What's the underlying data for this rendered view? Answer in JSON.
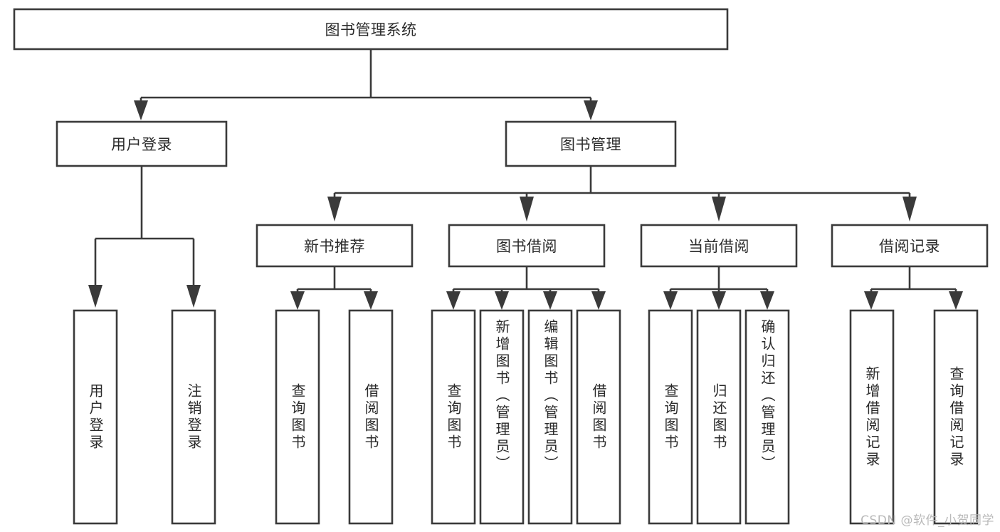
{
  "diagram": {
    "title": "图书管理系统",
    "type": "tree-hierarchy-chart",
    "root": {
      "label": "图书管理系统"
    },
    "level1": [
      {
        "label": "用户登录"
      },
      {
        "label": "图书管理"
      }
    ],
    "level2": [
      {
        "label": "新书推荐"
      },
      {
        "label": "图书借阅"
      },
      {
        "label": "当前借阅"
      },
      {
        "label": "借阅记录"
      }
    ],
    "leaves": {
      "user_login": [
        {
          "label": "用户登录"
        },
        {
          "label": "注销登录"
        }
      ],
      "new_book_recommend": [
        {
          "label": "查询图书"
        },
        {
          "label": "借阅图书"
        }
      ],
      "book_borrow": [
        {
          "label": "查询图书"
        },
        {
          "label": "新增图书（管理员）"
        },
        {
          "label": "编辑图书（管理员）"
        },
        {
          "label": "借阅图书"
        }
      ],
      "current_borrow": [
        {
          "label": "查询图书"
        },
        {
          "label": "归还图书"
        },
        {
          "label": "确认归还（管理员）"
        }
      ],
      "borrow_record": [
        {
          "label": "新增借阅记录"
        },
        {
          "label": "查询借阅记录"
        }
      ]
    }
  },
  "watermark": {
    "text": "CSDN @软件_小贺同学"
  },
  "colors": {
    "box_stroke": "#3a3a3a",
    "box_fill": "#ffffff",
    "text": "#2b2b2b",
    "watermark": "#b9b9b9",
    "background": "#ffffff"
  }
}
